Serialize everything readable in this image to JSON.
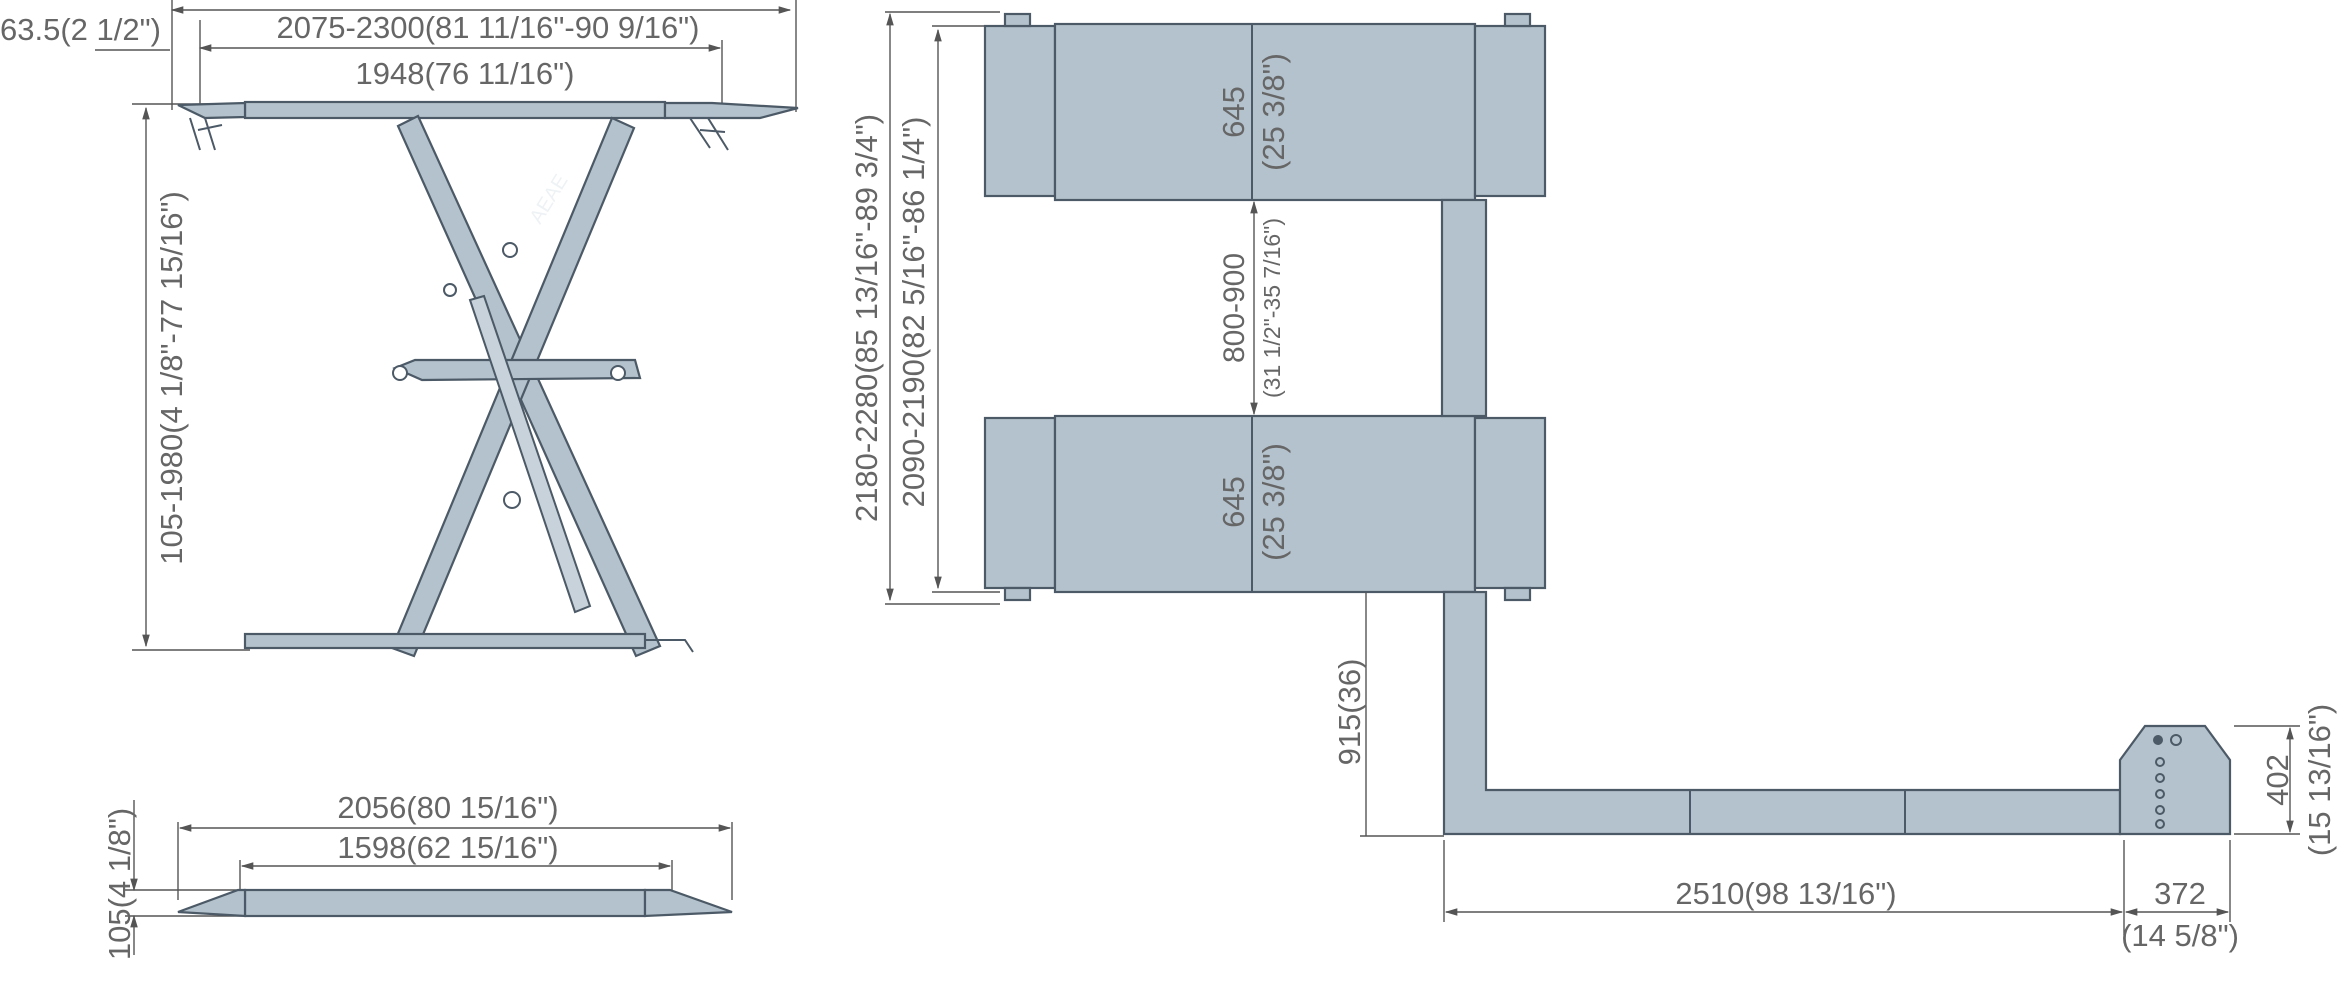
{
  "side_view_raised": {
    "offset": "63.5(2 1/2\")",
    "overall_length": "2075-2300(81 11/16\"-90 9/16\")",
    "platform_length": "1948(76 11/16\")",
    "height_range": "105-1980(4 1/8\"-77 15/16\")",
    "brand": "AEAE"
  },
  "side_view_lowered": {
    "overall_length": "2056(80 15/16\")",
    "platform_length": "1598(62 15/16\")",
    "min_height": "105(4 1/8\")"
  },
  "top_view": {
    "outer_width": "2180-2280(85 13/16\"-89 3/4\")",
    "inner_width": "2090-2190(82 5/16\"-86 1/4\")",
    "platform_width_mm": "645",
    "platform_width_in": "(25 3/8\")",
    "gap_mm": "800-900",
    "gap_in": "(31 1/2\"-35 7/16\")",
    "hose_offset": "915(36)",
    "hose_length": "2510(98 13/16\")",
    "console_width_mm": "372",
    "console_width_in": "(14 5/8\")",
    "console_depth_mm": "402",
    "console_depth_in": "(15 13/16\")"
  },
  "colors": {
    "part_fill": "#b4c2cd",
    "outline": "#4c5966",
    "dimension": "#555555"
  }
}
